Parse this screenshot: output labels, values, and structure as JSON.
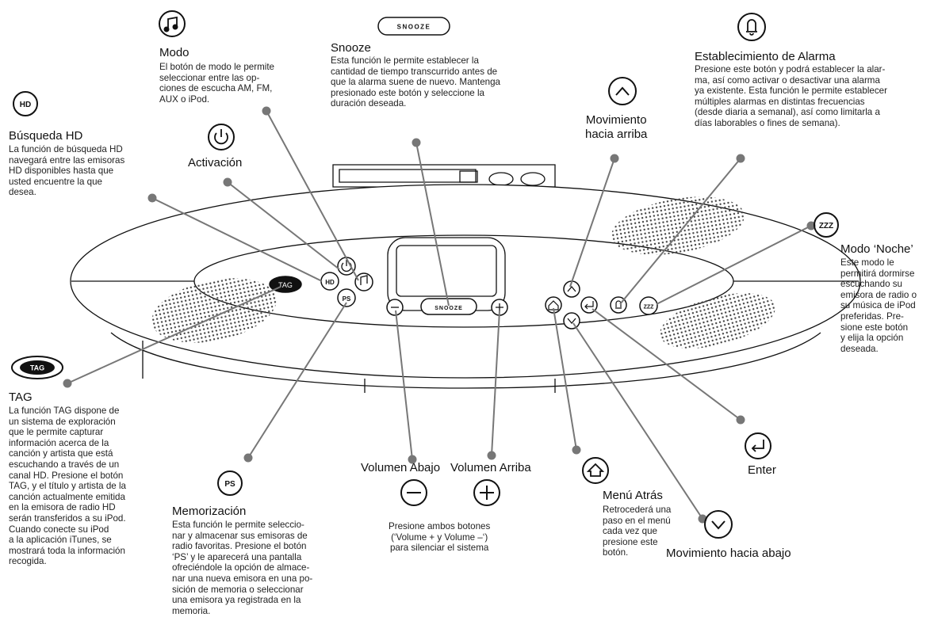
{
  "callouts": {
    "modo": {
      "title": "Modo",
      "desc": "El botón de modo le permite\nseleccionar entre  las op-\nciones de escucha AM, FM,\nAUX o iPod."
    },
    "snooze": {
      "title": "Snooze",
      "desc": "Esta función le permite establecer la\ncantidad de tiempo transcurrido antes de\nque la alarma suene de nuevo. Mantenga\npresionado este botón y seleccione la\nduración deseada."
    },
    "alarma": {
      "title": "Establecimiento de Alarma",
      "desc": "Presione este botón y podrá establecer la alar-\nma, así como activar o desactivar una alarma\nya existente. Esta función le permite establecer\nmúltiples alarmas en distintas frecuencias\n(desde diaria a semanal), así como limitarla a\ndías laborables o fines de semana)."
    },
    "hd": {
      "title": "Búsqueda HD",
      "desc": "La función de búsqueda HD\nnavegará entre las emisoras\nHD disponibles hasta que\nusted encuentre la que\ndesea."
    },
    "activacion": {
      "title": "Activación"
    },
    "arriba": {
      "title": "Movimiento\nhacia arriba"
    },
    "noche": {
      "title": "Modo ‘Noche’",
      "desc": "Este modo le\npermitirá dormirse\nescuchando su\nemisora de radio o\nsu música de iPod\npreferidas. Pre-\nsione este botón\ny elija la opción\ndeseada."
    },
    "tag": {
      "title": "TAG",
      "desc": "La función TAG dispone de\nun sistema de exploración\nque le permite capturar\ninformación acerca de la\ncanción y artista que está\nescuchando a través de un\ncanal HD. Presione el botón\nTAG, y el título y artista de la\ncanción actualmente emitida\nen la emisora de radio HD\nserán transferidos a su iPod.\nCuando conecte su iPod\na la aplicación iTunes, se\nmostrará toda la información\nrecogida."
    },
    "ps": {
      "title": "Memorización",
      "desc": "Esta función le permite seleccio-\nnar y almacenar sus emisoras de\nradio favoritas. Presione el botón\n‘PS’ y le aparecerá una pantalla\nofreciéndole la opción de almace-\nnar una nueva emisora en una po-\nsición de memoria  o seleccionar\nuna emisora ya registrada en la\nmemoria."
    },
    "volumen": {
      "down_title": "Volumen Abajo",
      "up_title": "Volumen Arriba",
      "desc": "Presione ambos botones\n(‘Volume + y Volume –‘)\npara silenciar el sistema"
    },
    "menu": {
      "title": "Menú Atrás",
      "desc": "Retrocederá una\npaso en el menú\ncada vez que\npresione este\nbotón."
    },
    "enter": {
      "title": "Enter"
    },
    "abajo": {
      "title": "Movimiento  hacia abajo"
    }
  },
  "labels": {
    "snooze_btn": "SNOOZE",
    "tag_btn": "TAG",
    "hd_btn": "HD",
    "ps_btn": "PS",
    "zzz_btn": "ZZZ"
  },
  "icons": {
    "modo": "music-note-icon",
    "snooze": "snooze-button-icon",
    "alarma": "bell-icon",
    "hd": "hd-icon",
    "activacion": "power-icon",
    "arriba": "chevron-up-icon",
    "noche": "zzz-icon",
    "tag": "tag-icon",
    "ps": "ps-icon",
    "volumen_menos": "minus-icon",
    "volumen_mas": "plus-icon",
    "menu": "home-icon",
    "enter": "enter-icon",
    "abajo": "chevron-down-icon"
  }
}
